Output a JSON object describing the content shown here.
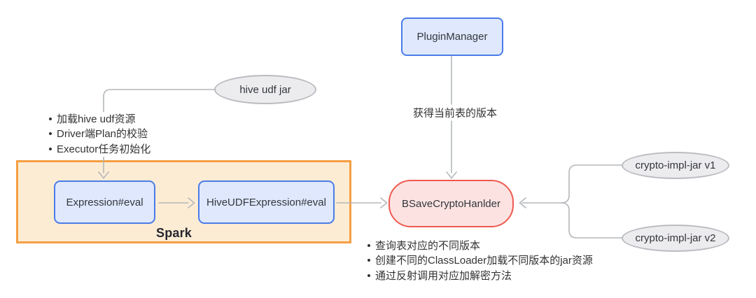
{
  "diagram": {
    "nodes": {
      "plugin_manager": {
        "label": "PluginManager"
      },
      "hive_udf_jar": {
        "label": "hive udf jar"
      },
      "expression_eval": {
        "label": "Expression#eval"
      },
      "hive_udf_expression_eval": {
        "label": "HiveUDFExpression#eval"
      },
      "spark_container": {
        "label": "Spark"
      },
      "bsave_crypto_handler": {
        "label": "BSaveCryptoHanlder"
      },
      "crypto_impl_jar_v1": {
        "label": "crypto-impl-jar v1"
      },
      "crypto_impl_jar_v2": {
        "label": "crypto-impl-jar v2"
      }
    },
    "edge_labels": {
      "get_table_version": "获得当前表的版本"
    },
    "notes": {
      "spark_notes": {
        "bullet": "•",
        "items": [
          "加载hive udf资源",
          "Driver端Plan的校验",
          "Executor任务初始化"
        ]
      },
      "handler_notes": {
        "bullet": "•",
        "items": [
          "查询表对应的不同版本",
          "创建不同的ClassLoader加载不同版本的jar资源",
          "通过反射调用对应加解密方法"
        ]
      }
    },
    "colors": {
      "blue_node_fill": "#dfe8fc",
      "blue_node_border": "#4a7ce8",
      "orange_container_fill": "#fdecd4",
      "orange_container_border": "#f59f44",
      "red_node_fill": "#fce3e1",
      "red_node_border": "#ef5a50",
      "gray_node_fill": "#ececee",
      "gray_node_border": "#b9bcc0",
      "connector": "#b4b7ba",
      "text": "#333333"
    }
  }
}
